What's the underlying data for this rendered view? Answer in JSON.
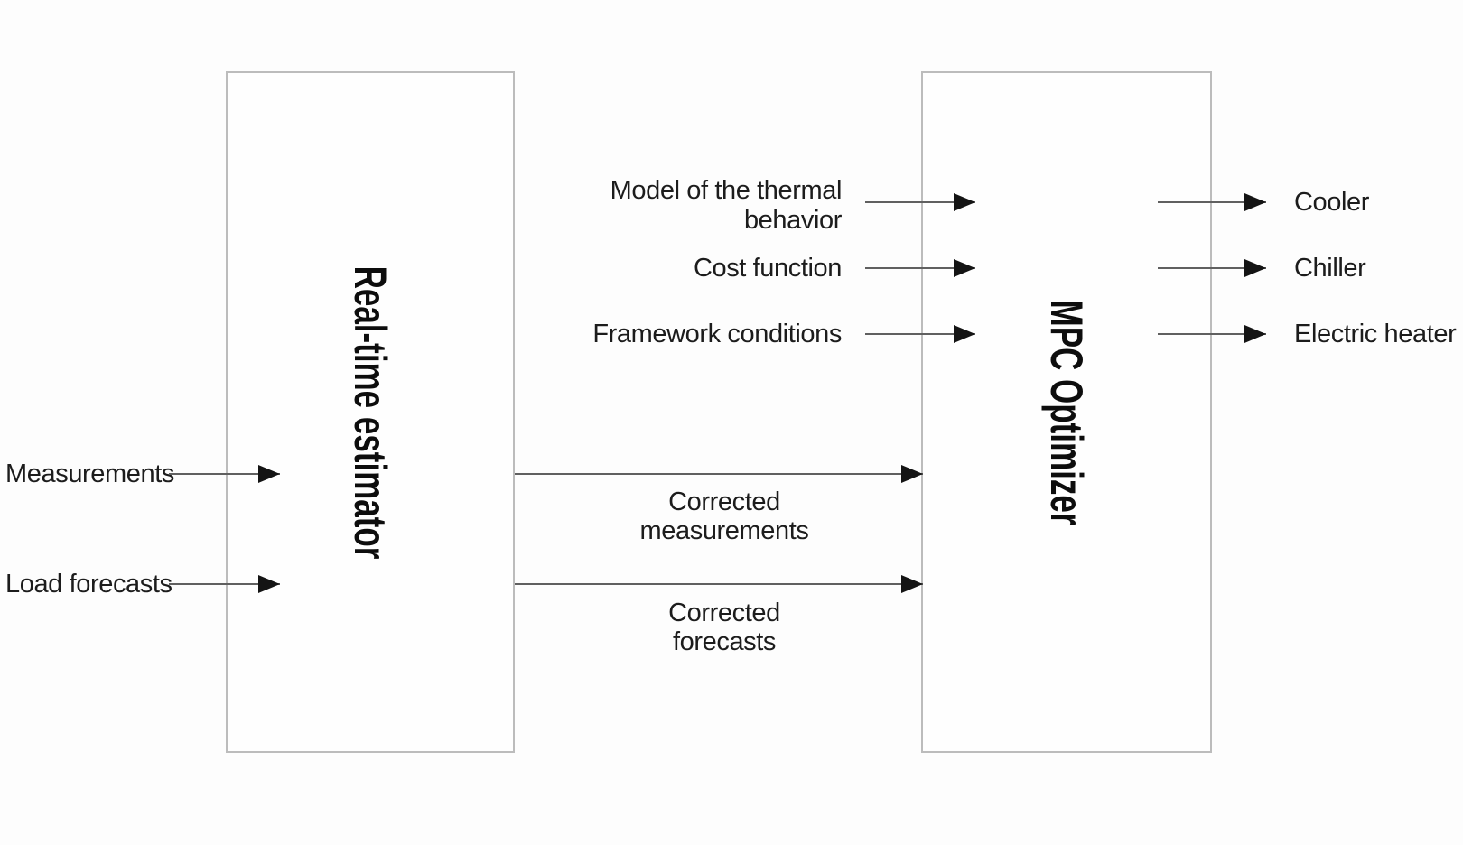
{
  "colors": {
    "background": "#fdfdfd",
    "box_border": "#bcbcbc",
    "arrow_line": "#606060",
    "arrow_head": "#141414",
    "text": "#1c1c1c",
    "title": "#0d0d0d"
  },
  "boxes": {
    "estimator": {
      "title": "Real-time estimator"
    },
    "optimizer": {
      "title": "MPC Optimizer"
    }
  },
  "left_inputs": [
    {
      "label": "Measurements"
    },
    {
      "label": "Load forecasts"
    }
  ],
  "optimizer_inputs": [
    {
      "label": "Model of the thermal\nbehavior"
    },
    {
      "label": "Cost function"
    },
    {
      "label": "Framework conditions"
    }
  ],
  "connections": [
    {
      "label": "Corrected\nmeasurements"
    },
    {
      "label": "Corrected\nforecasts"
    }
  ],
  "outputs": [
    {
      "label": "Cooler"
    },
    {
      "label": "Chiller"
    },
    {
      "label": "Electric heater"
    }
  ]
}
